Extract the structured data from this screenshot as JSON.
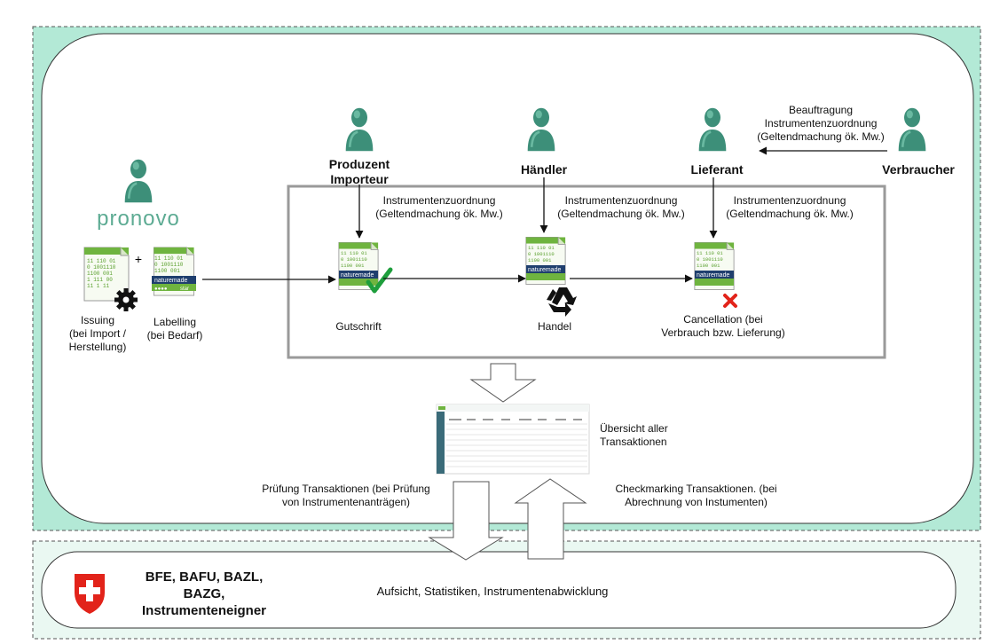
{
  "actors": {
    "produzent": [
      "Produzent",
      "Importeur"
    ],
    "haendler": "Händler",
    "lieferant": "Lieferant",
    "verbraucher": "Verbraucher",
    "authorities": [
      "BFE, BAFU, BAZL,",
      "BAZG,",
      "Instrumenteneigner"
    ]
  },
  "logo_text": "pronovo",
  "certificate": {
    "binary_lines": [
      "11  110  01",
      "0  1001110",
      "1100  001",
      "1  111  00",
      "11  1  11"
    ],
    "brand": "naturemade",
    "level": "star",
    "stars": "●●●●"
  },
  "labels": {
    "beauftragung": [
      "Beauftragung",
      "Instrumentenzuordnung",
      "(Geltendmachung ök. Mw.)"
    ],
    "zuordnung_1": [
      "Instrumentenzuordnung",
      "(Geltendmachung ök. Mw.)"
    ],
    "zuordnung_2": [
      "Instrumentenzuordnung",
      "(Geltendmachung ök. Mw.)"
    ],
    "zuordnung_3": [
      "Instrumentenzuordnung",
      "(Geltendmachung ök. Mw.)"
    ],
    "issuing": [
      "Issuing",
      "(bei Import /",
      "Herstellung)"
    ],
    "labelling": [
      "Labelling",
      "(bei Bedarf)"
    ],
    "plus": "+",
    "gutschrift": "Gutschrift",
    "handel": "Handel",
    "cancellation": [
      "Cancellation (bei",
      "Verbrauch bzw. Lieferung)"
    ],
    "uebersicht": [
      "Übersicht aller",
      "Transaktionen"
    ],
    "pruefung": [
      "Prüfung Transaktionen (bei Prüfung",
      "von Instrumentenanträgen)"
    ],
    "checkmarking": [
      "Checkmarking Transaktionen. (bei",
      "Abrechnung von Instumenten)"
    ],
    "aufsicht": "Aufsicht, Statistiken, Instrumentenabwicklung"
  },
  "colors": {
    "teal_band": "#b3e9d6",
    "light_band": "#eaf8f2",
    "person_dark": "#2f7a67",
    "person_light": "#6fc0a8",
    "doc_green": "#6fb43f",
    "check": "#1e9e3c",
    "cross": "#e2231a",
    "swiss_red": "#e2231a"
  }
}
